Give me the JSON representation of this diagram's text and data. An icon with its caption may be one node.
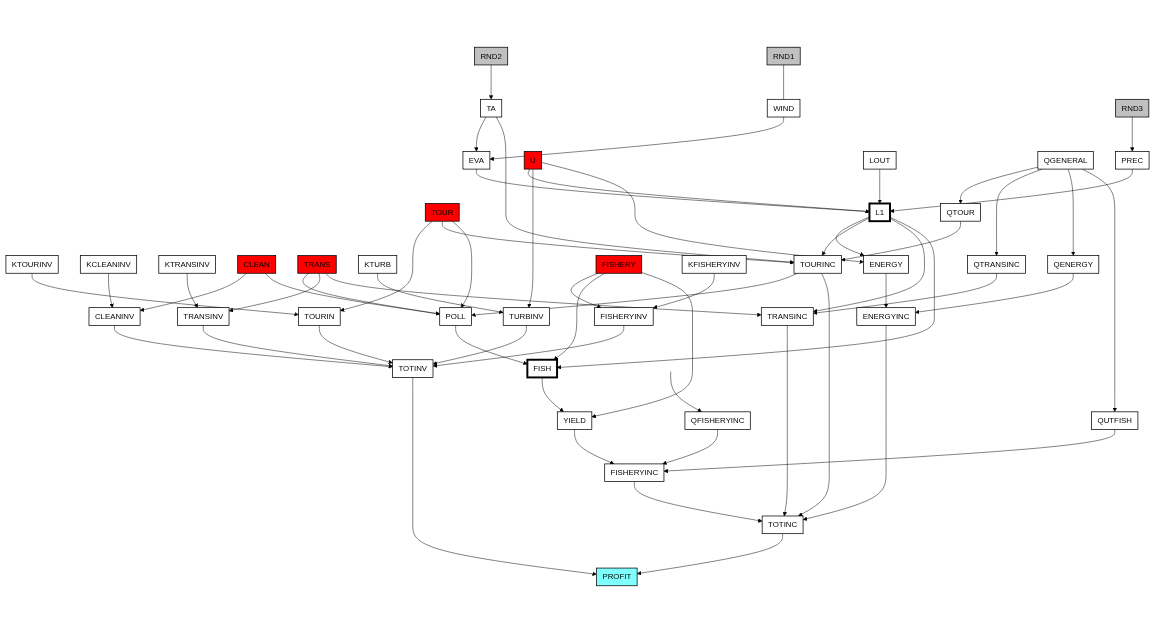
{
  "diagram": {
    "nodes": [
      {
        "text": [
          "RND1"
        ]
      },
      {
        "text": [
          "WIND"
        ]
      },
      {
        "text": [
          "TA"
        ]
      },
      {
        "text": [
          "RND2"
        ]
      },
      {
        "text": [
          "RND3"
        ]
      },
      {
        "text": [
          "KTOURINV"
        ]
      },
      {
        "text": [
          "KCLEANINV"
        ]
      },
      {
        "text": [
          "KTRANSINV"
        ]
      },
      {
        "text": [
          "TOUR"
        ]
      },
      {
        "text": [
          "CLEAN"
        ]
      },
      {
        "text": [
          "TRANS"
        ]
      },
      {
        "text": [
          "TOURIN"
        ]
      },
      {
        "text": [
          "PREC"
        ]
      },
      {
        "text": [
          "KTURB"
        ]
      },
      {
        "text": [
          "CLEANINV"
        ]
      },
      {
        "text": [
          "EVA"
        ]
      },
      {
        "text": [
          "TRANSINV"
        ]
      },
      {
        "text": [
          "U"
        ]
      },
      {
        "text": [
          "TURBINV"
        ]
      },
      {
        "text": [
          "TOURINC"
        ]
      },
      {
        "text": [
          "TRANSINC"
        ]
      },
      {
        "text": [
          "LOUT"
        ]
      },
      {
        "text": [
          "L1"
        ]
      },
      {
        "text": [
          "QTRANSINC"
        ]
      },
      {
        "text": [
          "ENERGY"
        ]
      },
      {
        "text": [
          "QTOUR"
        ]
      },
      {
        "text": [
          "POLL"
        ]
      },
      {
        "text": [
          "FISH"
        ]
      },
      {
        "text": [
          "FISHERY"
        ]
      },
      {
        "text": [
          "ENERGYINC"
        ]
      },
      {
        "text": [
          "YIELD"
        ]
      },
      {
        "text": [
          "TOTINV"
        ]
      },
      {
        "text": [
          "PROFIT"
        ]
      },
      {
        "text": [
          "FISHERYINV"
        ]
      },
      {
        "text": [
          "TOTINC"
        ]
      },
      {
        "text": [
          "QFISHERYINC"
        ]
      },
      {
        "text": [
          "KFISHERYINV"
        ]
      },
      {
        "text": [
          "QENERGY"
        ]
      },
      {
        "text": [
          "FISHERYINC"
        ]
      },
      {
        "text": [
          "QUTFISH"
        ]
      },
      {
        "text": [
          "QGENERAL"
        ]
      }
    ],
    "edges": [
      {
        "from": 0,
        "to": 1,
        "arrow": "none"
      },
      {
        "from": 3,
        "to": 2,
        "arrow": "to"
      },
      {
        "from": 1,
        "to": 15,
        "arrow": "to"
      },
      {
        "from": 2,
        "to": 15,
        "arrow": "to"
      },
      {
        "from": 4,
        "to": 12,
        "arrow": "to"
      },
      {
        "from": 2,
        "to": 19,
        "arrow": "to"
      },
      {
        "from": 12,
        "to": 22,
        "arrow": "to"
      },
      {
        "from": 15,
        "to": 22,
        "arrow": "to"
      },
      {
        "from": 17,
        "to": 22,
        "arrow": "to"
      },
      {
        "from": 21,
        "to": 22,
        "arrow": "to"
      },
      {
        "from": 17,
        "to": 18,
        "arrow": "to"
      },
      {
        "from": 17,
        "to": 24,
        "arrow": "to"
      },
      {
        "from": 22,
        "to": 24,
        "arrow": "to"
      },
      {
        "from": 22,
        "to": 19,
        "arrow": "to"
      },
      {
        "from": 22,
        "to": 20,
        "arrow": "to"
      },
      {
        "from": 22,
        "to": 27,
        "arrow": "to"
      },
      {
        "from": 13,
        "to": 18,
        "arrow": "to"
      },
      {
        "from": 5,
        "to": 11,
        "arrow": "to"
      },
      {
        "from": 8,
        "to": 11,
        "arrow": "to"
      },
      {
        "from": 8,
        "to": 19,
        "arrow": "to"
      },
      {
        "from": 8,
        "to": 26,
        "arrow": "to"
      },
      {
        "from": 19,
        "to": 26,
        "arrow": "to"
      },
      {
        "from": 9,
        "to": 14,
        "arrow": "to"
      },
      {
        "from": 6,
        "to": 14,
        "arrow": "to"
      },
      {
        "from": 9,
        "to": 26,
        "arrow": "to"
      },
      {
        "from": 10,
        "to": 26,
        "arrow": "to"
      },
      {
        "from": 10,
        "to": 16,
        "arrow": "to"
      },
      {
        "from": 7,
        "to": 16,
        "arrow": "to"
      },
      {
        "from": 10,
        "to": 20,
        "arrow": "to"
      },
      {
        "from": 16,
        "to": 31,
        "arrow": "to"
      },
      {
        "from": 14,
        "to": 31,
        "arrow": "to"
      },
      {
        "from": 11,
        "to": 31,
        "arrow": "to"
      },
      {
        "from": 20,
        "to": 34,
        "arrow": "to"
      },
      {
        "from": 19,
        "to": 34,
        "arrow": "to"
      },
      {
        "from": 25,
        "to": 19,
        "arrow": "to"
      },
      {
        "from": 40,
        "to": 25,
        "arrow": "to"
      },
      {
        "from": 40,
        "to": 23,
        "arrow": "to"
      },
      {
        "from": 23,
        "to": 20,
        "arrow": "to"
      },
      {
        "from": 40,
        "to": 37,
        "arrow": "to"
      },
      {
        "from": 40,
        "to": 39,
        "arrow": "to"
      },
      {
        "from": 38,
        "to": 34,
        "arrow": "to"
      },
      {
        "from": 39,
        "to": 38,
        "arrow": "to"
      },
      {
        "from": 35,
        "to": 38,
        "arrow": "to"
      },
      {
        "from": 30,
        "to": 38,
        "arrow": "to"
      },
      {
        "from": null,
        "to": 35,
        "arrow": "to"
      },
      {
        "from": 37,
        "to": 29,
        "arrow": "to"
      },
      {
        "from": 29,
        "to": 34,
        "arrow": "to"
      },
      {
        "from": 24,
        "to": 29,
        "arrow": "to"
      },
      {
        "from": 18,
        "to": 31,
        "arrow": "to"
      },
      {
        "from": 33,
        "to": 31,
        "arrow": "to"
      },
      {
        "from": 28,
        "to": 33,
        "arrow": "to"
      },
      {
        "from": 36,
        "to": 33,
        "arrow": "to"
      },
      {
        "from": 28,
        "to": 27,
        "arrow": "to"
      },
      {
        "from": 28,
        "to": 30,
        "arrow": "to"
      },
      {
        "from": 27,
        "to": 30,
        "arrow": "to"
      },
      {
        "from": 26,
        "to": 27,
        "arrow": "to"
      },
      {
        "from": 31,
        "to": 32,
        "arrow": "to"
      },
      {
        "from": 34,
        "to": 32,
        "arrow": "to"
      }
    ]
  }
}
